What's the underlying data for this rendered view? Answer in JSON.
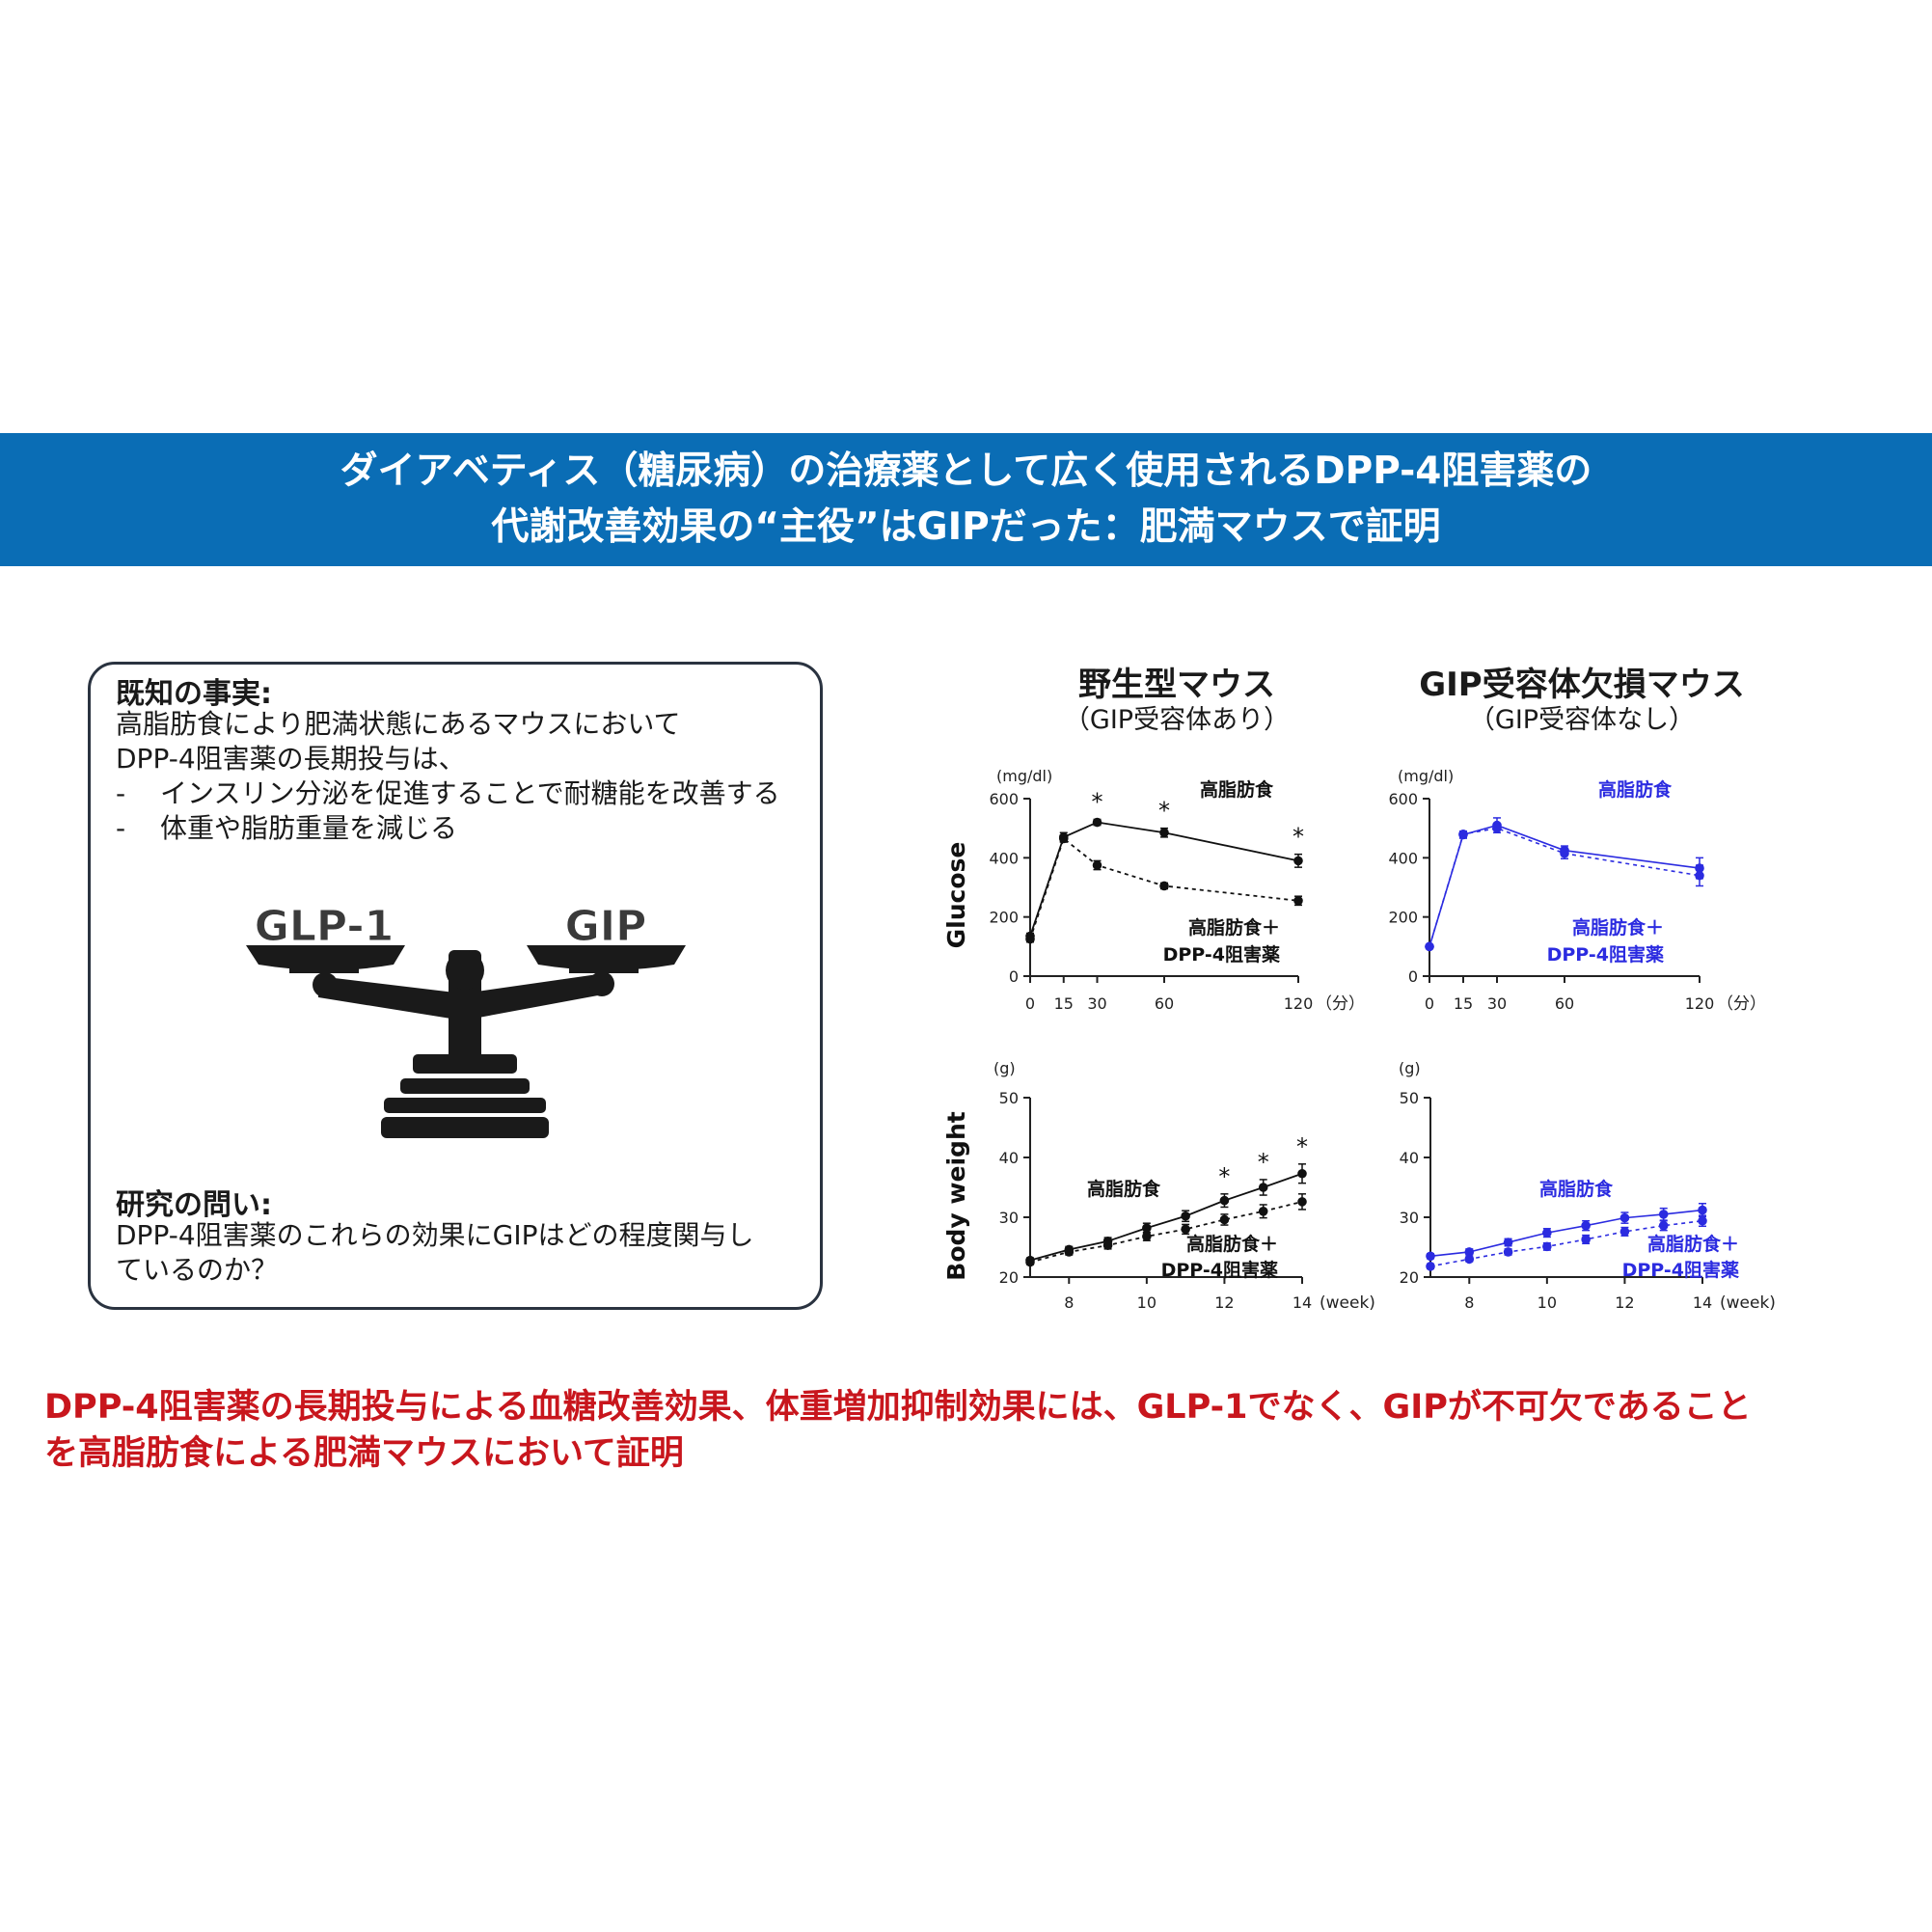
{
  "banner": {
    "line1": "ダイアベティス（糖尿病）の治療薬として広く使用されるDPP-4阻害薬の",
    "line2": "代謝改善効果の“主役”はGIPだった：肥満マウスで証明"
  },
  "known_facts": {
    "heading": "既知の事実:",
    "lines": [
      "高脂肪食により肥満状態にあるマウスにおいて",
      "DPP-4阻害薬の長期投与は、"
    ],
    "bullet_mark": "-",
    "bullets": [
      "インスリン分泌を促進することで耐糖能を改善する",
      "体重や脂肪重量を減じる"
    ]
  },
  "scale_image": {
    "left_label": "GLP-1",
    "right_label": "GIP"
  },
  "question": {
    "heading": "研究の問い:",
    "lines": [
      "DPP-4阻害薬のこれらの効果にGIPはどの程度関与し",
      "ているのか？"
    ]
  },
  "panels": {
    "wt": {
      "title": "野生型マウス",
      "subtitle": "（GIP受容体あり）"
    },
    "ko": {
      "title": "GIP受容体欠損マウス",
      "subtitle": "（GIP受容体なし）"
    }
  },
  "colors": {
    "wt": "#111111",
    "ko": "#2b2be0",
    "banner": "#0a6db5",
    "conclusion": "#c8161d"
  },
  "chart_data": [
    {
      "id": "wt_glucose",
      "type": "line",
      "ylabel": "Glucose",
      "y_unit": "(mg/dl)",
      "x_unit": "（分）",
      "x": [
        0,
        15,
        30,
        60,
        120
      ],
      "xticks": [
        "0",
        "15",
        "30",
        "60",
        "120"
      ],
      "ylim": [
        0,
        600
      ],
      "yticks": [
        0,
        200,
        400,
        600
      ],
      "series": [
        {
          "name": "高脂肪食",
          "style": "solid",
          "values": [
            135,
            470,
            520,
            485,
            390
          ],
          "err": [
            10,
            15,
            10,
            15,
            22
          ]
        },
        {
          "name": "高脂肪食＋DPP-4阻害薬",
          "style": "dashed",
          "values": [
            125,
            465,
            375,
            305,
            255
          ],
          "err": [
            10,
            12,
            15,
            10,
            15
          ]
        }
      ],
      "significance": {
        "x": [
          30,
          60,
          120
        ],
        "mark": "*"
      }
    },
    {
      "id": "ko_glucose",
      "type": "line",
      "ylabel": "",
      "y_unit": "(mg/dl)",
      "x_unit": "（分）",
      "x": [
        0,
        15,
        30,
        60,
        120
      ],
      "xticks": [
        "0",
        "15",
        "30",
        "60",
        "120"
      ],
      "ylim": [
        0,
        600
      ],
      "yticks": [
        0,
        200,
        400,
        600
      ],
      "series": [
        {
          "name": "高脂肪食",
          "style": "solid",
          "values": [
            100,
            478,
            510,
            425,
            365
          ],
          "err": [
            5,
            12,
            25,
            15,
            35
          ]
        },
        {
          "name": "高脂肪食＋DPP-4阻害薬",
          "style": "dashed",
          "values": [
            100,
            480,
            500,
            415,
            340
          ],
          "err": [
            5,
            10,
            15,
            18,
            35
          ]
        }
      ],
      "significance": {
        "x": [],
        "mark": "*"
      }
    },
    {
      "id": "wt_bodyweight",
      "type": "line",
      "ylabel": "Body weight",
      "y_unit": "(g)",
      "x_unit": "(week)",
      "x": [
        7,
        8,
        9,
        10,
        11,
        12,
        13,
        14
      ],
      "xticks": [
        "8",
        "10",
        "12",
        "14"
      ],
      "xlim": [
        7,
        14
      ],
      "ylim": [
        20,
        50
      ],
      "yticks": [
        20,
        30,
        40,
        50
      ],
      "series": [
        {
          "name": "高脂肪食",
          "style": "solid",
          "values": [
            22.8,
            24.6,
            26.0,
            28.2,
            30.2,
            32.8,
            35.0,
            37.3
          ],
          "err": [
            0.4,
            0.5,
            0.6,
            0.8,
            0.9,
            1.1,
            1.3,
            1.6
          ]
        },
        {
          "name": "高脂肪食＋DPP-4阻害薬",
          "style": "dashed",
          "values": [
            22.5,
            24.2,
            25.3,
            26.8,
            28.0,
            29.6,
            31.0,
            32.6
          ],
          "err": [
            0.4,
            0.5,
            0.6,
            0.7,
            0.8,
            0.9,
            1.1,
            1.3
          ]
        }
      ],
      "significance": {
        "x": [
          12,
          13,
          14
        ],
        "mark": "*"
      }
    },
    {
      "id": "ko_bodyweight",
      "type": "line",
      "ylabel": "",
      "y_unit": "(g)",
      "x_unit": "(week)",
      "x": [
        7,
        8,
        9,
        10,
        11,
        12,
        13,
        14
      ],
      "xticks": [
        "8",
        "10",
        "12",
        "14"
      ],
      "xlim": [
        7,
        14
      ],
      "ylim": [
        20,
        50
      ],
      "yticks": [
        20,
        30,
        40,
        50
      ],
      "series": [
        {
          "name": "高脂肪食",
          "style": "solid",
          "values": [
            23.5,
            24.2,
            25.8,
            27.4,
            28.6,
            29.9,
            30.5,
            31.2
          ],
          "err": [
            0.4,
            0.5,
            0.6,
            0.7,
            0.8,
            0.9,
            1.0,
            1.1
          ]
        },
        {
          "name": "高脂肪食＋DPP-4阻害薬",
          "style": "dashed",
          "values": [
            21.8,
            23.0,
            24.2,
            25.1,
            26.3,
            27.6,
            28.6,
            29.4
          ],
          "err": [
            0.4,
            0.4,
            0.5,
            0.6,
            0.7,
            0.7,
            0.8,
            0.9
          ]
        }
      ],
      "significance": {
        "x": [],
        "mark": "*"
      }
    }
  ],
  "conclusion": {
    "line1": "DPP-4阻害薬の長期投与による血糖改善効果、体重増加抑制効果には、GLP-1でなく、GIPが不可欠であること",
    "line2": "を高脂肪食による肥満マウスにおいて証明"
  }
}
